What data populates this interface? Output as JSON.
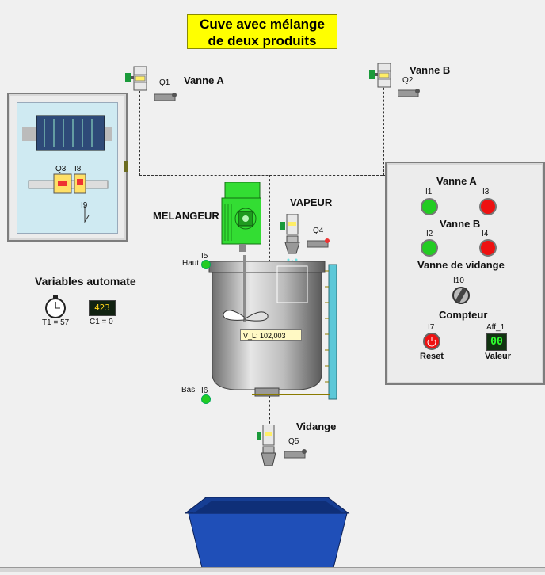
{
  "title": {
    "line1": "Cuve avec mélange",
    "line2": "de deux produits"
  },
  "valves": {
    "vanne_a": {
      "label": "Vanne A",
      "output": "Q1"
    },
    "vanne_b": {
      "label": "Vanne B",
      "output": "Q2"
    },
    "vapeur": {
      "label": "VAPEUR",
      "output": "Q4"
    },
    "vidange": {
      "label": "Vidange",
      "output": "Q5"
    }
  },
  "mixer": {
    "label": "MELANGEUR"
  },
  "sensors": {
    "haut": {
      "label": "Haut",
      "input": "I5"
    },
    "bas": {
      "label": "Bas",
      "input": "I6"
    }
  },
  "tank": {
    "level_label": "V_L: 102,003"
  },
  "plc_cabinet": {
    "q3": "Q3",
    "i8": "I8",
    "i9": "I9"
  },
  "variables": {
    "title": "Variables automate",
    "timer": "T1 = 57",
    "counter": "C1 = 0",
    "counter_display": "423"
  },
  "control_panel": {
    "vanne_a": "Vanne A",
    "vanne_b": "Vanne B",
    "vanne_vidange": "Vanne de vidange",
    "i1": "I1",
    "i2": "I2",
    "i3": "I3",
    "i4": "I4",
    "i10": "I10",
    "compteur": "Compteur",
    "i7": "I7",
    "reset": "Reset",
    "aff": "Aff_1",
    "display_value": "00",
    "valeur": "Valeur"
  },
  "colors": {
    "title_bg": "#ffff00",
    "lamp_green": "#22cc22",
    "lamp_red": "#ee1111",
    "tank_blue": "#1f4fb8",
    "motor_green": "#33dd33"
  }
}
